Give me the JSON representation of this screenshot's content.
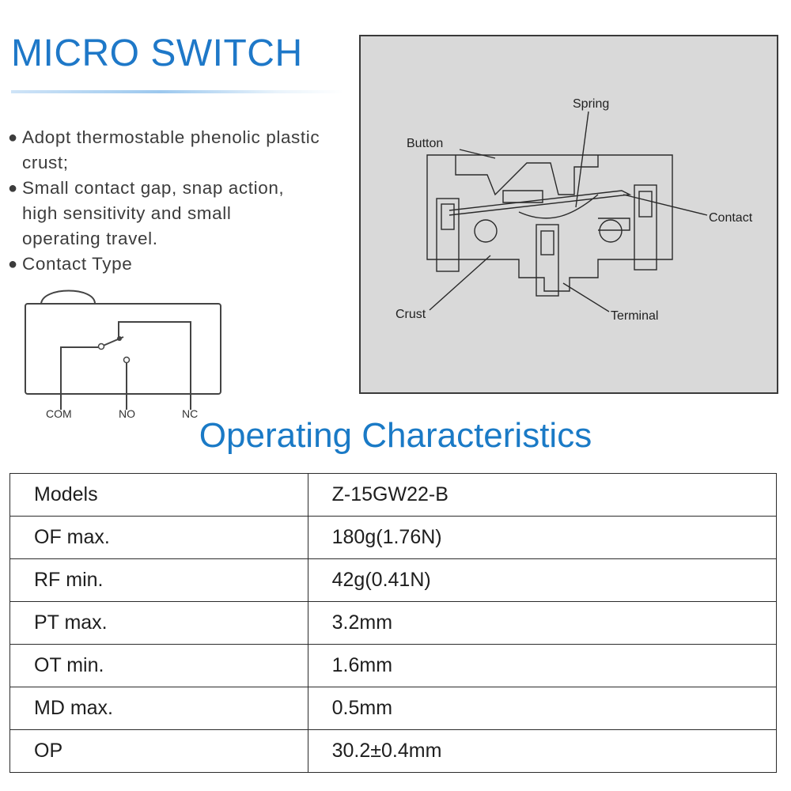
{
  "header": {
    "title": "MICRO SWITCH"
  },
  "features": [
    {
      "bullet": "●",
      "lines": [
        "Adopt thermostable phenolic plastic",
        "crust;"
      ]
    },
    {
      "bullet": "●",
      "lines": [
        "Small contact gap, snap action,",
        "high sensitivity and small",
        "operating travel."
      ]
    },
    {
      "bullet": "●",
      "lines": [
        "Contact Type"
      ]
    }
  ],
  "contact_diagram": {
    "labels": {
      "com": "COM",
      "no": "NO",
      "nc": "NC"
    }
  },
  "cutaway": {
    "labels": {
      "spring": "Spring",
      "button": "Button",
      "contact": "Contact",
      "crust": "Crust",
      "terminal": "Terminal"
    },
    "background": "#d9d9d9"
  },
  "section": {
    "title": "Operating Characteristics"
  },
  "spec_table": {
    "rows": [
      {
        "label": "Models",
        "value": "Z-15GW22-B"
      },
      {
        "label": "OF max.",
        "value": "180g(1.76N)"
      },
      {
        "label": "RF min.",
        "value": "42g(0.41N)"
      },
      {
        "label": "PT max.",
        "value": "3.2mm"
      },
      {
        "label": "OT min.",
        "value": "1.6mm"
      },
      {
        "label": "MD max.",
        "value": "0.5mm"
      },
      {
        "label": "OP",
        "value": "30.2±0.4mm"
      }
    ]
  },
  "colors": {
    "title_blue": "#1e78c8",
    "section_blue": "#1a7ac6",
    "text": "#3c3c3c",
    "border": "#2b2b2b"
  }
}
